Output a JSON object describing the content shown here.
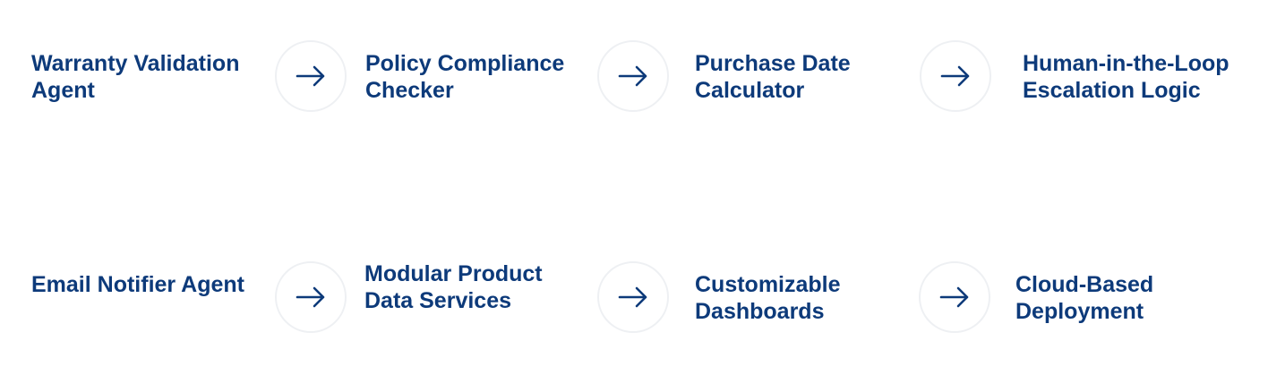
{
  "colors": {
    "text": "#0d3a7a",
    "arrow": "#0d3a7a",
    "circle_border": "#eef0f3",
    "background": "#ffffff"
  },
  "rows": [
    {
      "steps": [
        {
          "lines": [
            "Warranty Validation",
            "Agent"
          ]
        },
        {
          "lines": [
            "Policy Compliance",
            "Checker"
          ]
        },
        {
          "lines": [
            "Purchase Date",
            "Calculator"
          ]
        },
        {
          "lines": [
            "Human-in-the-Loop",
            "Escalation Logic"
          ]
        }
      ],
      "connectors": [
        {
          "icon": "right-arrow-icon"
        },
        {
          "icon": "right-arrow-icon"
        },
        {
          "icon": "right-arrow-icon"
        }
      ]
    },
    {
      "steps": [
        {
          "lines": [
            "Email Notifier Agent"
          ]
        },
        {
          "lines": [
            "Modular Product",
            "Data Services"
          ]
        },
        {
          "lines": [
            "Customizable",
            "Dashboards"
          ]
        },
        {
          "lines": [
            "Cloud-Based",
            "Deployment"
          ]
        }
      ],
      "connectors": [
        {
          "icon": "right-arrow-icon"
        },
        {
          "icon": "right-arrow-icon"
        },
        {
          "icon": "right-arrow-icon"
        }
      ]
    }
  ]
}
